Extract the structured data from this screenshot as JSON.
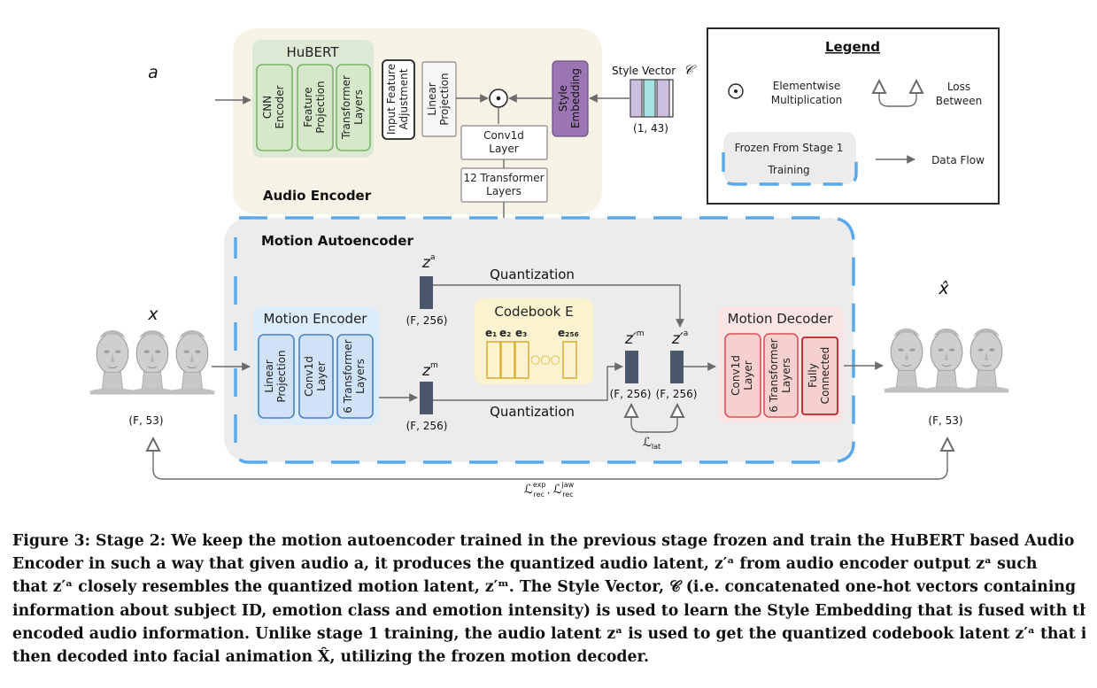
{
  "audio_encoder": {
    "title": "Audio Encoder",
    "hubert": {
      "title": "HuBERT",
      "blocks": [
        "CNN Encoder",
        "Feature Projection",
        "Transformer Layers"
      ]
    },
    "input_feature_adjustment": "Input Feature Adjustment",
    "linear_projection": "Linear Projection",
    "style_embedding": "Style Embedding",
    "conv1d": "Conv1d Layer",
    "transformer12": "12 Transformer Layers"
  },
  "audio_symbol": "a",
  "style_vector": {
    "label": "Style Vector",
    "symbol": "𝒞",
    "shape": "(1,  43)"
  },
  "motion_autoencoder": {
    "title": "Motion Autoencoder",
    "encoder": {
      "title": "Motion Encoder",
      "blocks": [
        "Linear Projection",
        "Conv1d Layer",
        "6 Transformer Layers"
      ]
    },
    "codebook": {
      "title": "Codebook E",
      "entries": [
        "e₁",
        "e₂",
        "e₃",
        "e₂₅₆"
      ],
      "dots": "○○○"
    },
    "decoder": {
      "title": "Motion Decoder",
      "blocks": [
        "Conv1d Layer",
        "6 Transformer Layers",
        "Fully Connected"
      ]
    },
    "quantization_top": "Quantization",
    "quantization_bottom": "Quantization",
    "za": {
      "sym": "z",
      "sup": "a",
      "shape": "(F, 256)"
    },
    "zm": {
      "sym": "z",
      "sup": "m",
      "shape": "(F, 256)"
    },
    "zpm": {
      "sym": "z′",
      "sup": "m",
      "shape": "(F, 256)"
    },
    "zpa": {
      "sym": "z′",
      "sup": "a",
      "shape": "(F, 256)"
    },
    "lat_loss": {
      "sym": "ℒ",
      "sub": "lat"
    }
  },
  "input_motion": {
    "symbol": "x",
    "shape": "(F, 53)"
  },
  "output_motion": {
    "symbol": "x̂",
    "shape": "(F, 53)"
  },
  "bottom_loss": {
    "a": "ℒ",
    "a_sup": "exp",
    "a_sub": "rec",
    "sep": " , ",
    "b": "ℒ",
    "b_sup": "jaw",
    "b_sub": "rec"
  },
  "legend": {
    "title": "Legend",
    "elementwise_1": "Elementwise",
    "elementwise_2": "Multiplication",
    "loss_1": "Loss",
    "loss_2": "Between",
    "frozen_1": "Frozen From Stage 1",
    "frozen_2": "Training",
    "data_flow": "Data Flow"
  },
  "colors": {
    "audio_bg": "#f6f2e5",
    "motion_bg": "#ececec",
    "dash_blue": "#5aa9ea",
    "hubert_bg": "#dde8d5",
    "green_block": "#d5e8c9",
    "green_stroke": "#7cb36b",
    "purple": "#9b76b3",
    "encoder_bg": "#dcecfb",
    "encoder_block": "#cfe2f8",
    "encoder_stroke": "#4a7fc1",
    "codebook_bg": "#fbf2cf",
    "codebook_stroke": "#d9b23a",
    "decoder_bg": "#fbe4e4",
    "decoder_block": "#f6cfcf",
    "decoder_stroke": "#d6545c",
    "latent": "#4a5669",
    "arrow": "#6b6b6b"
  },
  "caption_lines": [
    "Figure 3: Stage 2: We keep the motion autoencoder trained in the previous stage frozen and train the HuBERT based Audio",
    "Encoder in such a way that given audio a, it produces the quantized audio latent, z′ᵃ from audio encoder output zᵃ such",
    "that z′ᵃ closely resembles the quantized motion latent, z′ᵐ. The Style Vector, 𝒞 (i.e. concatenated one-hot vectors containing",
    "information about subject ID, emotion class and emotion intensity) is used to learn the Style Embedding that is fused with the",
    "encoded audio information. Unlike stage 1 training, the audio latent zᵃ is used to get the quantized codebook latent z′ᵃ that is",
    "then decoded into facial animation X̂, utilizing the frozen motion decoder."
  ]
}
